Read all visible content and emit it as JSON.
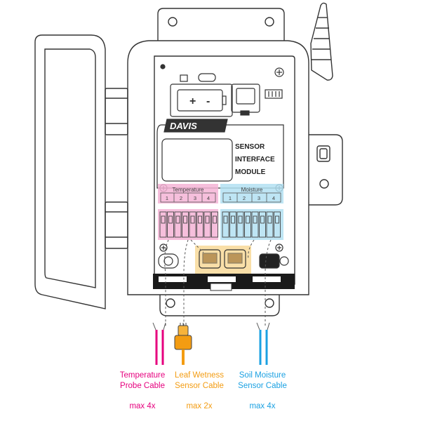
{
  "module": {
    "brand": "DAVIS",
    "label_lines": [
      "SENSOR",
      "INTERFACE",
      "MODULE"
    ]
  },
  "terminals": {
    "temperature": {
      "title": "Temperature",
      "numbers": [
        "1",
        "2",
        "3",
        "4"
      ]
    },
    "moisture": {
      "title": "Moisture",
      "numbers": [
        "1",
        "2",
        "3",
        "4"
      ]
    }
  },
  "battery": {
    "plus": "+",
    "minus": "-"
  },
  "cables": [
    {
      "line1": "Temperature",
      "line2": "Probe Cable",
      "max": "max 4x",
      "color": "#e6007e"
    },
    {
      "line1": "Leaf Wetness",
      "line2": "Sensor Cable",
      "max": "max 2x",
      "color": "#f39c12"
    },
    {
      "line1": "Soil Moisture",
      "line2": "Sensor Cable",
      "max": "max 4x",
      "color": "#1ba1e2"
    }
  ],
  "colors": {
    "temperature_zone": "#f5b4d6",
    "moisture_zone": "#b3e0f2",
    "leaf_zone": "#f9dfa8",
    "outline": "#333333"
  }
}
